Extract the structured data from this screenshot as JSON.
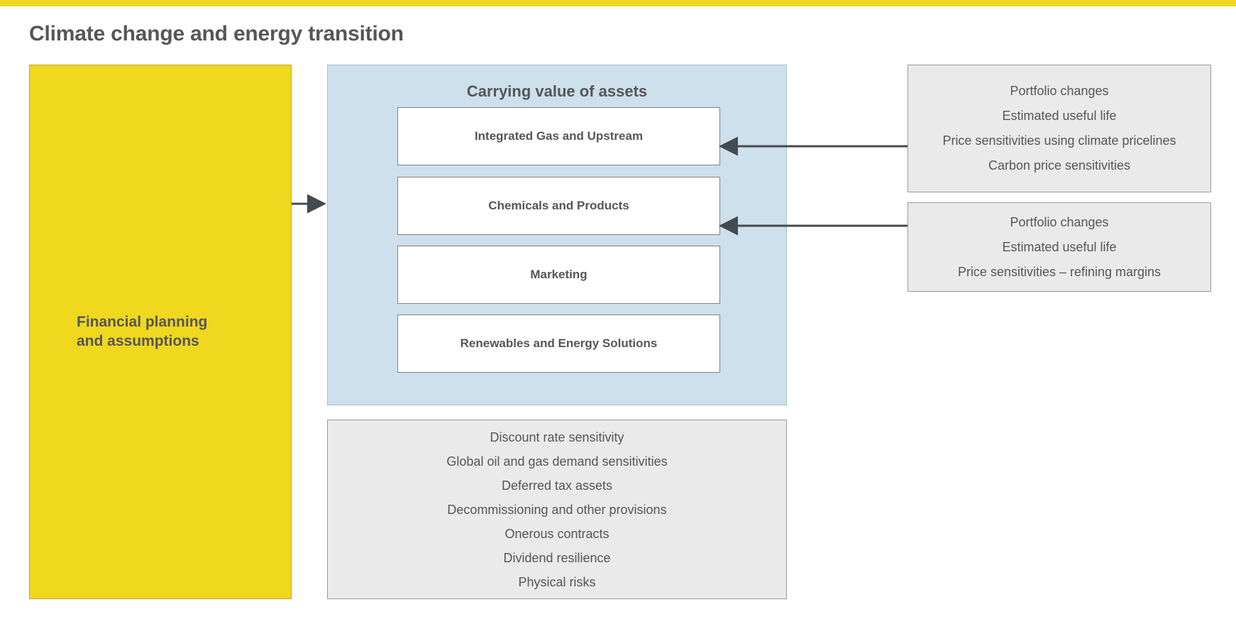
{
  "page": {
    "title": "Climate change and energy transition",
    "accent_bar_color": "#f0d722"
  },
  "colors": {
    "yellow": "#efd81e",
    "blue": "#cde0ec",
    "grey": "#eaeaea",
    "text": "#55565a",
    "border": "#808285",
    "arrow": "#444a4f"
  },
  "left_block": {
    "label": "Financial planning\nand assumptions",
    "line1": "Financial planning",
    "line2": "and assumptions"
  },
  "carrying_value_panel": {
    "title": "Carrying value of assets",
    "items": [
      {
        "label": "Integrated Gas and Upstream"
      },
      {
        "label": "Chemicals and Products"
      },
      {
        "label": "Marketing"
      },
      {
        "label": "Renewables and Energy Solutions"
      }
    ]
  },
  "bottom_panel": {
    "lines": [
      "Discount rate sensitivity",
      "Global oil and gas demand sensitivities",
      "Deferred tax assets",
      "Decommissioning and other provisions",
      "Onerous contracts",
      "Dividend resilience",
      "Physical risks"
    ]
  },
  "right_panels": [
    {
      "lines": [
        "Portfolio changes",
        "Estimated useful life",
        "Price sensitivities using climate pricelines",
        "Carbon price sensitivities"
      ]
    },
    {
      "lines": [
        "Portfolio changes",
        "Estimated useful life",
        "Price sensitivities – refining margins"
      ]
    }
  ],
  "arrows": [
    {
      "name": "arrow-planning-to-carrying-value",
      "direction": "right"
    },
    {
      "name": "arrow-notes-to-integrated-gas",
      "direction": "left"
    },
    {
      "name": "arrow-notes-to-chemicals",
      "direction": "left"
    }
  ]
}
